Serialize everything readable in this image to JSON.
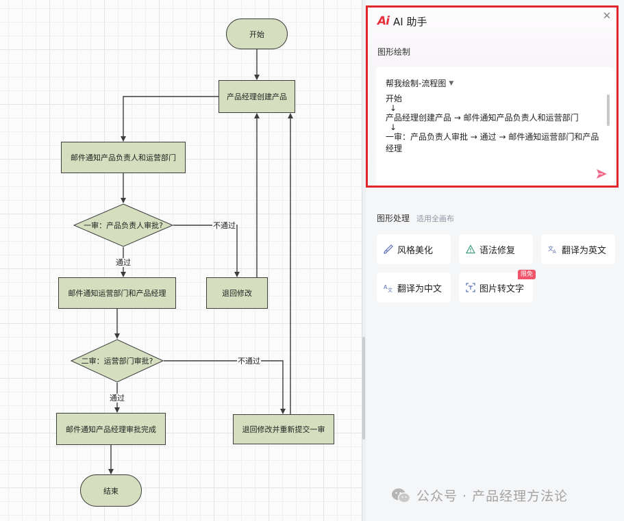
{
  "flowchart": {
    "nodes": {
      "start": "开始",
      "create": "产品经理创建产品",
      "notify1": "邮件通知产品负责人和运营部门",
      "review1": "一审：产品负责人审批?",
      "notify2": "邮件通知运营部门和产品经理",
      "return1": "退回修改",
      "review2": "二审：运营部门审批?",
      "notify3": "邮件通知产品经理审批完成",
      "return2": "退回修改并重新提交一审",
      "end": "结束"
    },
    "edge_labels": {
      "pass1": "通过",
      "fail1": "不通过",
      "pass2": "通过",
      "fail2": "不通过"
    },
    "colors": {
      "node_fill": "#d5dfbf",
      "stroke": "#3c3c3c"
    }
  },
  "panel": {
    "title": "AI 助手",
    "logo": "Ai",
    "section_draw": "图形绘制",
    "prompt_type": "帮我绘制-流程图",
    "prompt_lines": [
      "开始",
      "↓",
      "产品经理创建产品 → 邮件通知产品负责人和运营部门",
      "↓",
      "一审：产品负责人审批 → 通过 → 邮件通知运营部门和产品经理"
    ],
    "section_process": "图形处理",
    "section_process_sub": "适用全画布",
    "tools": [
      {
        "label": "风格美化",
        "icon": "brush-icon"
      },
      {
        "label": "语法修复",
        "icon": "warning-triangle-icon"
      },
      {
        "label": "翻译为英文",
        "icon": "translate-icon"
      },
      {
        "label": "翻译为中文",
        "icon": "translate-cn-icon"
      },
      {
        "label": "图片转文字",
        "icon": "scan-text-icon"
      }
    ],
    "badge": "限免",
    "accent": "#e0262b"
  },
  "watermark": "公众号 · 产品经理方法论"
}
